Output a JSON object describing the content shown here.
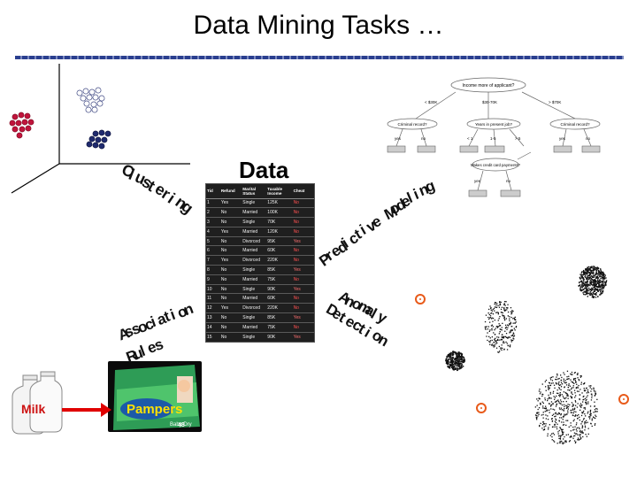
{
  "slide": {
    "title": "Data Mining Tasks …"
  },
  "center": {
    "heading": "Data",
    "table": {
      "headers": [
        "Tid",
        "Refund",
        "Marital Status",
        "Taxable Income",
        "Cheat"
      ],
      "rows": [
        [
          "1",
          "Yes",
          "Single",
          "125K",
          "No"
        ],
        [
          "2",
          "No",
          "Married",
          "100K",
          "No"
        ],
        [
          "3",
          "No",
          "Single",
          "70K",
          "No"
        ],
        [
          "4",
          "Yes",
          "Married",
          "120K",
          "No"
        ],
        [
          "5",
          "No",
          "Divorced",
          "95K",
          "Yes"
        ],
        [
          "6",
          "No",
          "Married",
          "60K",
          "No"
        ],
        [
          "7",
          "Yes",
          "Divorced",
          "220K",
          "No"
        ],
        [
          "8",
          "No",
          "Single",
          "85K",
          "Yes"
        ],
        [
          "9",
          "No",
          "Married",
          "75K",
          "No"
        ],
        [
          "10",
          "No",
          "Single",
          "90K",
          "Yes"
        ],
        [
          "11",
          "No",
          "Married",
          "60K",
          "No"
        ],
        [
          "12",
          "Yes",
          "Divorced",
          "220K",
          "No"
        ],
        [
          "13",
          "No",
          "Single",
          "85K",
          "Yes"
        ],
        [
          "14",
          "No",
          "Married",
          "75K",
          "No"
        ],
        [
          "15",
          "No",
          "Single",
          "90K",
          "Yes"
        ]
      ]
    }
  },
  "tasks": {
    "clustering_letters": [
      "C",
      "l",
      "u",
      "s",
      "t",
      "e",
      "r",
      "i",
      "n",
      "g"
    ],
    "predictive_letters": [
      "P",
      "r",
      "e",
      "d",
      "i",
      "c",
      "t",
      "i",
      "v",
      "e",
      " ",
      "M",
      "o",
      "d",
      "e",
      "l",
      "i",
      "n",
      "g"
    ],
    "association_letters": [
      "A",
      "s",
      "s",
      "o",
      "c",
      "i",
      "a",
      "t",
      "i",
      "o",
      "n"
    ],
    "rules_letters": [
      "R",
      "u",
      "l",
      "e",
      "s"
    ],
    "anomaly_letters": [
      "A",
      "n",
      "o",
      "m",
      "a",
      "l",
      "y"
    ],
    "detection_letters": [
      "D",
      "e",
      "t",
      "e",
      "c",
      "t",
      "i",
      "o",
      "n"
    ]
  },
  "tree": {
    "root": "Income more of applicant?",
    "branches": [
      "< $30K",
      "$30-70K",
      "> $70K"
    ],
    "level1": [
      "Criminal record?",
      "Years in present job?",
      "Criminal record?"
    ],
    "level1_branches": [
      "yes",
      "no",
      "< 1",
      "1-5",
      "> 5",
      "yes",
      "no"
    ],
    "level2": [
      "Makes credit card payments?"
    ],
    "level2_branches": [
      "yes",
      "no"
    ]
  },
  "association": {
    "milk_label": "Milk",
    "diaper_brand": "Pampers",
    "diaper_sub": "Baby Dry",
    "diaper_count": "48"
  },
  "colors": {
    "title_rule": "#2a3f8f",
    "cluster_red": "#c0143c",
    "cluster_blue": "#1f2a6e",
    "arrow": "#e00000",
    "outlier": "#e85a1a"
  }
}
